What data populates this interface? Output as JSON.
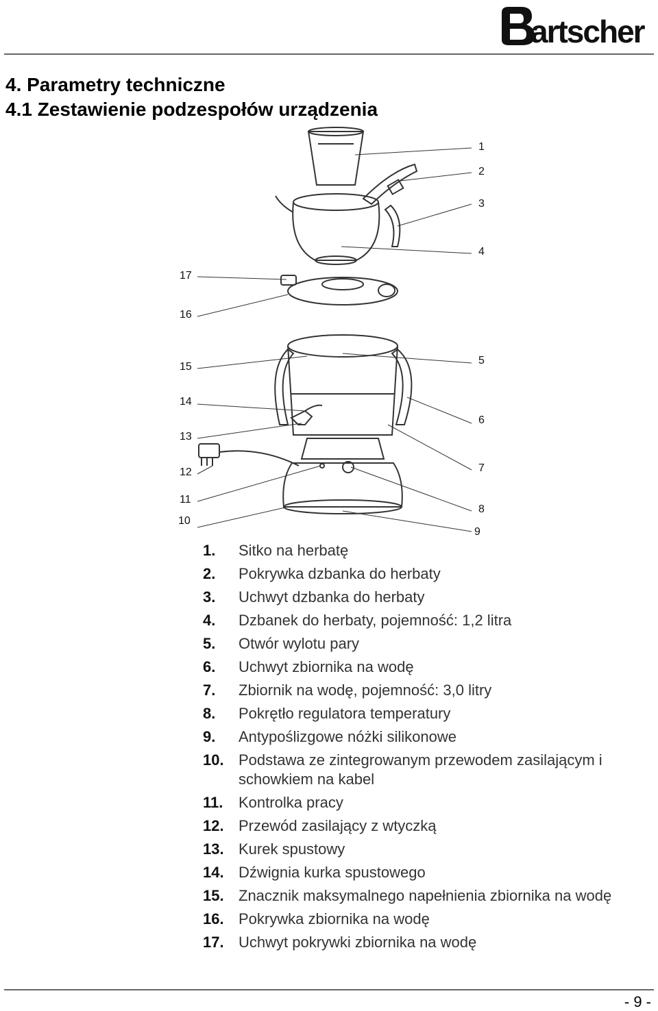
{
  "brand": {
    "logo_text": "Bartscher"
  },
  "heading": {
    "title": "4. Parametry techniczne",
    "subtitle": "4.1 Zestawienie podzespołów urządzenia"
  },
  "diagram_labels": [
    "1",
    "2",
    "3",
    "4",
    "5",
    "6",
    "7",
    "8",
    "9",
    "10",
    "11",
    "12",
    "13",
    "14",
    "15",
    "16",
    "17"
  ],
  "parts": [
    {
      "num": "1.",
      "text": "Sitko na herbatę"
    },
    {
      "num": "2.",
      "text": "Pokrywka dzbanka do herbaty"
    },
    {
      "num": "3.",
      "text": "Uchwyt dzbanka do herbaty"
    },
    {
      "num": "4.",
      "text": "Dzbanek do herbaty, pojemność: 1,2 litra"
    },
    {
      "num": "5.",
      "text": "Otwór wylotu pary"
    },
    {
      "num": "6.",
      "text": "Uchwyt zbiornika na wodę"
    },
    {
      "num": "7.",
      "text": "Zbiornik na wodę, pojemność: 3,0 litry"
    },
    {
      "num": "8.",
      "text": "Pokrętło regulatora temperatury"
    },
    {
      "num": "9.",
      "text": "Antypoślizgowe nóżki silikonowe"
    },
    {
      "num": "10.",
      "text": "Podstawa ze zintegrowanym przewodem zasilającym i schowkiem na kabel"
    },
    {
      "num": "11.",
      "text": "Kontrolka pracy"
    },
    {
      "num": "12.",
      "text": "Przewód zasilający z wtyczką"
    },
    {
      "num": "13.",
      "text": "Kurek spustowy"
    },
    {
      "num": "14.",
      "text": "Dźwignia kurka spustowego"
    },
    {
      "num": "15.",
      "text": "Znacznik maksymalnego napełnienia zbiornika na wodę"
    },
    {
      "num": "16.",
      "text": "Pokrywka zbiornika na wodę"
    },
    {
      "num": "17.",
      "text": "Uchwyt pokrywki zbiornika na wodę"
    }
  ],
  "footer": {
    "page": "- 9 -"
  }
}
